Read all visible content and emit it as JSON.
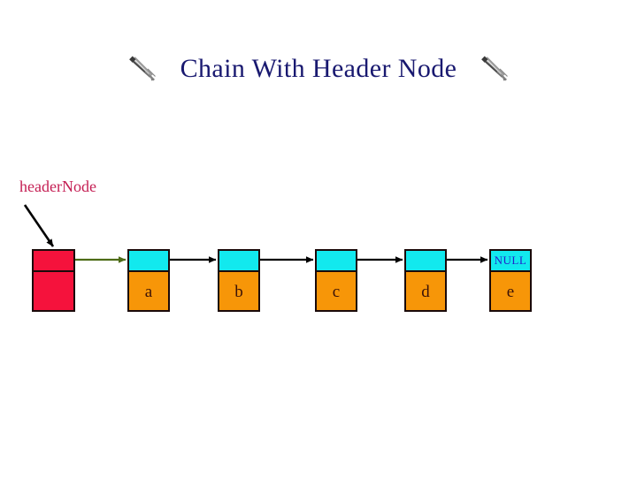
{
  "slide": {
    "background_color": "#ffffff",
    "title": "Chain With Header Node",
    "title_color": "#191970",
    "decoration_icon_left": "pen-clipart-icon",
    "decoration_icon_right": "pen-clipart-icon"
  },
  "labels": {
    "header_pointer": "headerNode",
    "header_pointer_color": "#c41e53"
  },
  "colors": {
    "header_node_fill": "#f5123c",
    "node_link_fill": "#12e9ee",
    "node_data_fill": "#f79608",
    "node_border": "#1a0a0a",
    "null_text": "#2222cc",
    "data_text": "#3a1208",
    "header_arrow": "#4d6b16",
    "link_arrow": "#000000",
    "stub_line": "#0d5a5e"
  },
  "diagram": {
    "type": "singly-linked-list-with-header-node",
    "header_node": {
      "name": "headerNode",
      "link_field_value": "",
      "data_field_value": "",
      "points_to": "a"
    },
    "nodes": [
      {
        "data": "a",
        "link": "",
        "link_text": "",
        "next": "b"
      },
      {
        "data": "b",
        "link": "",
        "link_text": "",
        "next": "c"
      },
      {
        "data": "c",
        "link": "",
        "link_text": "",
        "next": "d"
      },
      {
        "data": "d",
        "link": "",
        "link_text": "",
        "next": "e"
      },
      {
        "data": "e",
        "link": "NULL",
        "link_text": "NULL",
        "next": null
      }
    ]
  }
}
